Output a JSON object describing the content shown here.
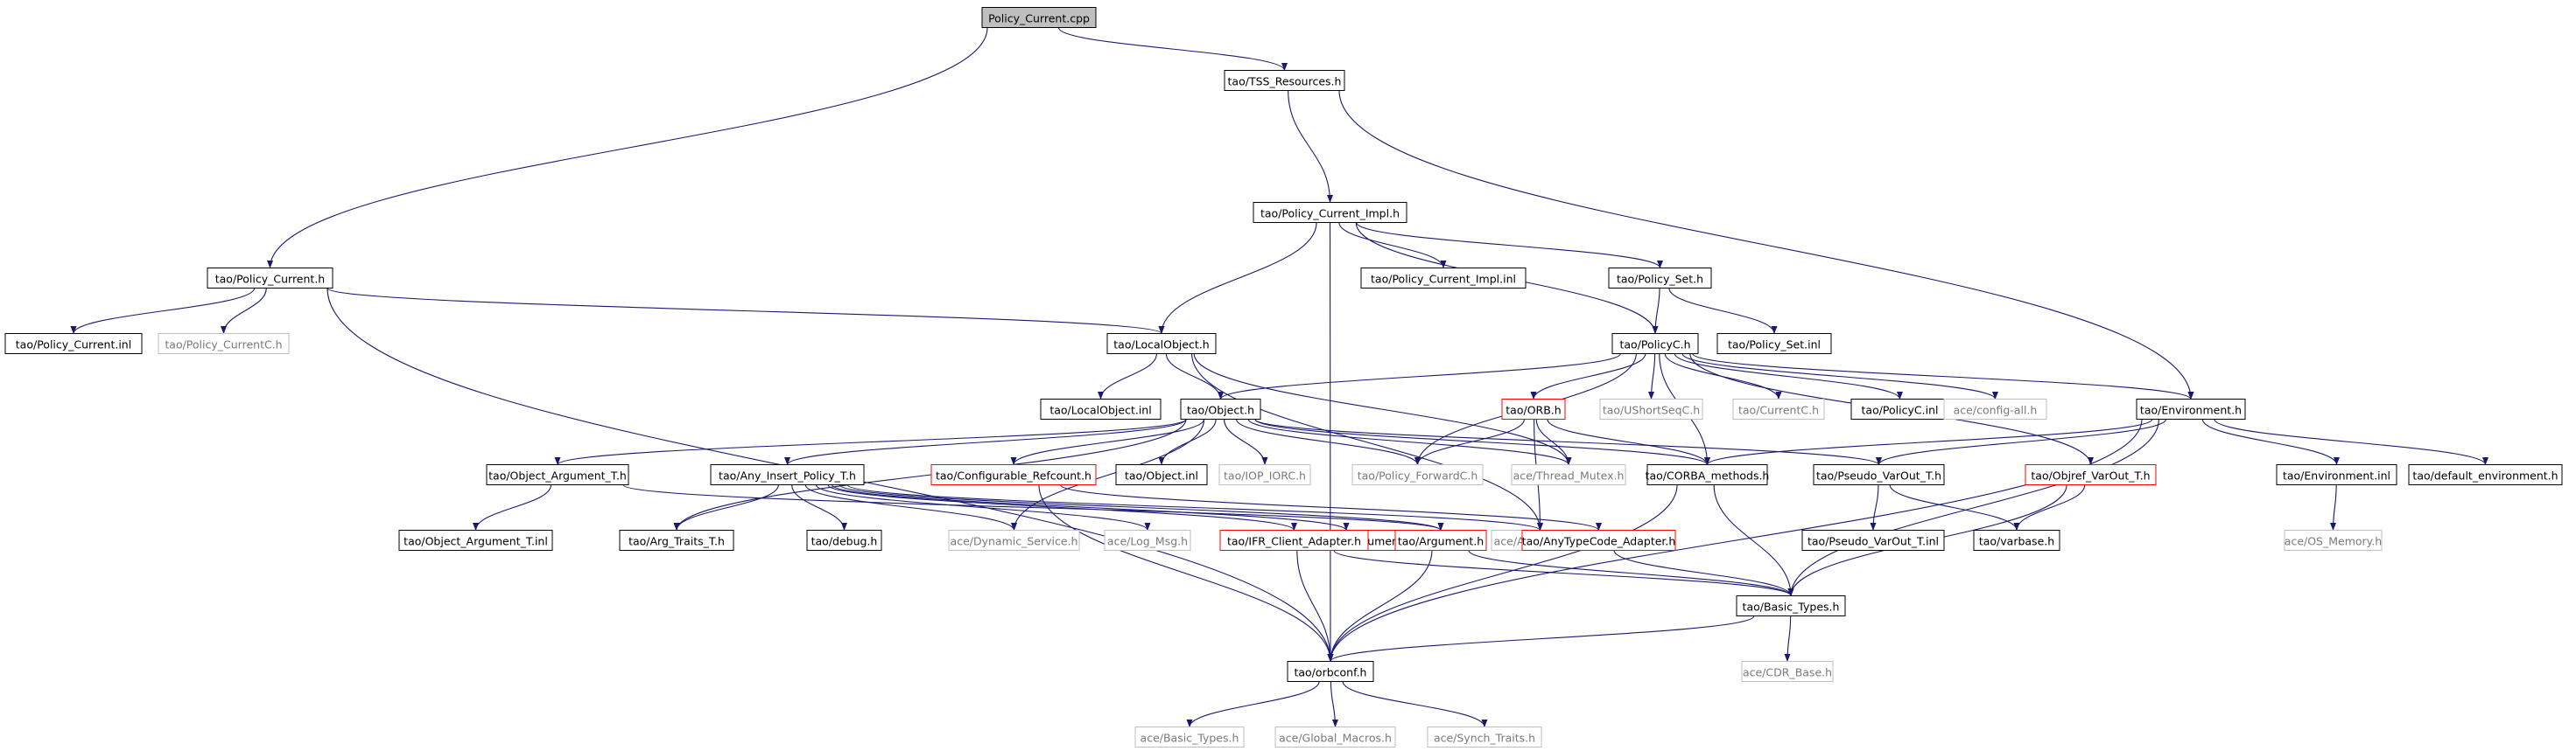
{
  "colors": {
    "edge": "#191970",
    "node_border": "#000000",
    "node_border_red": "#ff0000",
    "node_border_gray": "#bfbfbf",
    "root_fill": "#bfbfbf"
  },
  "nodes": [
    {
      "id": "root",
      "label": "Policy_Current.cpp",
      "style": "root"
    },
    {
      "id": "tss",
      "label": "tao/TSS_Resources.h",
      "style": "normal"
    },
    {
      "id": "pci",
      "label": "tao/Policy_Current_Impl.h",
      "style": "normal"
    },
    {
      "id": "pc",
      "label": "tao/Policy_Current.h",
      "style": "normal"
    },
    {
      "id": "pcinl",
      "label": "tao/Policy_Current.inl",
      "style": "normal"
    },
    {
      "id": "pcc",
      "label": "tao/Policy_CurrentC.h",
      "style": "gray"
    },
    {
      "id": "lo",
      "label": "tao/LocalObject.h",
      "style": "normal"
    },
    {
      "id": "pciinl",
      "label": "tao/Policy_Current_Impl.inl",
      "style": "normal"
    },
    {
      "id": "ps",
      "label": "tao/Policy_Set.h",
      "style": "normal"
    },
    {
      "id": "psinl",
      "label": "tao/Policy_Set.inl",
      "style": "normal"
    },
    {
      "id": "polc",
      "label": "tao/PolicyC.h",
      "style": "normal"
    },
    {
      "id": "loinl",
      "label": "tao/LocalObject.inl",
      "style": "normal"
    },
    {
      "id": "obj",
      "label": "tao/Object.h",
      "style": "normal"
    },
    {
      "id": "orb",
      "label": "tao/ORB.h",
      "style": "red"
    },
    {
      "id": "usq",
      "label": "tao/UShortSeqC.h",
      "style": "gray"
    },
    {
      "id": "curc",
      "label": "tao/CurrentC.h",
      "style": "gray"
    },
    {
      "id": "polcinl",
      "label": "tao/PolicyC.inl",
      "style": "normal"
    },
    {
      "id": "cfgall",
      "label": "ace/config-all.h",
      "style": "gray"
    },
    {
      "id": "env",
      "label": "tao/Environment.h",
      "style": "normal"
    },
    {
      "id": "oat",
      "label": "tao/Object_Argument_T.h",
      "style": "normal"
    },
    {
      "id": "aipt",
      "label": "tao/Any_Insert_Policy_T.h",
      "style": "normal"
    },
    {
      "id": "cref",
      "label": "tao/Configurable_Refcount.h",
      "style": "red"
    },
    {
      "id": "objinl",
      "label": "tao/Object.inl",
      "style": "normal"
    },
    {
      "id": "iop",
      "label": "tao/IOP_IORC.h",
      "style": "gray"
    },
    {
      "id": "pfc",
      "label": "tao/Policy_ForwardC.h",
      "style": "gray"
    },
    {
      "id": "tmx",
      "label": "ace/Thread_Mutex.h",
      "style": "gray"
    },
    {
      "id": "corba",
      "label": "tao/CORBA_methods.h",
      "style": "normal"
    },
    {
      "id": "pvt",
      "label": "tao/Pseudo_VarOut_T.h",
      "style": "normal"
    },
    {
      "id": "ovt",
      "label": "tao/Objref_VarOut_T.h",
      "style": "red"
    },
    {
      "id": "envinl",
      "label": "tao/Environment.inl",
      "style": "normal"
    },
    {
      "id": "denv",
      "label": "tao/default_environment.h",
      "style": "normal"
    },
    {
      "id": "oatinl",
      "label": "tao/Object_Argument_T.inl",
      "style": "normal"
    },
    {
      "id": "att",
      "label": "tao/Arg_Traits_T.h",
      "style": "normal"
    },
    {
      "id": "dbg",
      "label": "tao/debug.h",
      "style": "normal"
    },
    {
      "id": "dyn",
      "label": "ace/Dynamic_Service.h",
      "style": "gray"
    },
    {
      "id": "log",
      "label": "ace/Log_Msg.h",
      "style": "gray"
    },
    {
      "id": "ubs",
      "label": "tao/UB_String_Argument_T.h",
      "style": "red"
    },
    {
      "id": "atom",
      "label": "ace/Atomic_Op.h",
      "style": "gray"
    },
    {
      "id": "pvtinl",
      "label": "tao/Pseudo_VarOut_T.inl",
      "style": "normal"
    },
    {
      "id": "varb",
      "label": "tao/varbase.h",
      "style": "normal"
    },
    {
      "id": "osm",
      "label": "ace/OS_Memory.h",
      "style": "gray"
    },
    {
      "id": "ifr",
      "label": "tao/IFR_Client_Adapter.h",
      "style": "red"
    },
    {
      "id": "arg",
      "label": "tao/Argument.h",
      "style": "red"
    },
    {
      "id": "atca",
      "label": "tao/AnyTypeCode_Adapter.h",
      "style": "red"
    },
    {
      "id": "bt",
      "label": "tao/Basic_Types.h",
      "style": "normal"
    },
    {
      "id": "orbconf",
      "label": "tao/orbconf.h",
      "style": "normal"
    },
    {
      "id": "cdr",
      "label": "ace/CDR_Base.h",
      "style": "gray"
    },
    {
      "id": "abt",
      "label": "ace/Basic_Types.h",
      "style": "gray"
    },
    {
      "id": "agm",
      "label": "ace/Global_Macros.h",
      "style": "gray"
    },
    {
      "id": "ast",
      "label": "ace/Synch_Traits.h",
      "style": "gray"
    }
  ],
  "edges": [
    [
      "root",
      "tss"
    ],
    [
      "root",
      "pc"
    ],
    [
      "tss",
      "pci"
    ],
    [
      "tss",
      "env"
    ],
    [
      "pci",
      "lo"
    ],
    [
      "pci",
      "pciinl"
    ],
    [
      "pci",
      "ps"
    ],
    [
      "pci",
      "polc"
    ],
    [
      "pci",
      "orbconf"
    ],
    [
      "pc",
      "pcinl"
    ],
    [
      "pc",
      "pcc"
    ],
    [
      "pc",
      "lo"
    ],
    [
      "pc",
      "orbconf"
    ],
    [
      "lo",
      "loinl"
    ],
    [
      "lo",
      "obj"
    ],
    [
      "lo",
      "tmx"
    ],
    [
      "lo",
      "atom"
    ],
    [
      "ps",
      "polc"
    ],
    [
      "ps",
      "psinl"
    ],
    [
      "polc",
      "obj"
    ],
    [
      "polc",
      "orb"
    ],
    [
      "polc",
      "usq"
    ],
    [
      "polc",
      "curc"
    ],
    [
      "polc",
      "polcinl"
    ],
    [
      "polc",
      "cfgall"
    ],
    [
      "polc",
      "env"
    ],
    [
      "polc",
      "ovt"
    ],
    [
      "polc",
      "pfc"
    ],
    [
      "polc",
      "corba"
    ],
    [
      "obj",
      "oat"
    ],
    [
      "obj",
      "aipt"
    ],
    [
      "obj",
      "cref"
    ],
    [
      "obj",
      "objinl"
    ],
    [
      "obj",
      "iop"
    ],
    [
      "obj",
      "pfc"
    ],
    [
      "obj",
      "tmx"
    ],
    [
      "obj",
      "corba"
    ],
    [
      "obj",
      "pvt"
    ],
    [
      "obj",
      "att"
    ],
    [
      "obj",
      "dyn"
    ],
    [
      "orb",
      "pfc"
    ],
    [
      "orb",
      "tmx"
    ],
    [
      "orb",
      "corba"
    ],
    [
      "orb",
      "atom"
    ],
    [
      "env",
      "corba"
    ],
    [
      "env",
      "pvt"
    ],
    [
      "env",
      "envinl"
    ],
    [
      "env",
      "denv"
    ],
    [
      "env",
      "orbconf"
    ],
    [
      "env",
      "bt"
    ],
    [
      "oat",
      "oatinl"
    ],
    [
      "oat",
      "arg"
    ],
    [
      "aipt",
      "att"
    ],
    [
      "aipt",
      "dbg"
    ],
    [
      "aipt",
      "dyn"
    ],
    [
      "aipt",
      "log"
    ],
    [
      "aipt",
      "ubs"
    ],
    [
      "aipt",
      "atom"
    ],
    [
      "aipt",
      "ifr"
    ],
    [
      "aipt",
      "arg"
    ],
    [
      "cref",
      "atca"
    ],
    [
      "cref",
      "orbconf"
    ],
    [
      "corba",
      "bt"
    ],
    [
      "corba",
      "orbconf"
    ],
    [
      "pvt",
      "pvtinl"
    ],
    [
      "pvt",
      "varb"
    ],
    [
      "ovt",
      "varb"
    ],
    [
      "ovt",
      "bt"
    ],
    [
      "envinl",
      "osm"
    ],
    [
      "ubs",
      "arg"
    ],
    [
      "ifr",
      "bt"
    ],
    [
      "ifr",
      "orbconf"
    ],
    [
      "arg",
      "bt"
    ],
    [
      "arg",
      "orbconf"
    ],
    [
      "atca",
      "bt"
    ],
    [
      "bt",
      "orbconf"
    ],
    [
      "bt",
      "cdr"
    ],
    [
      "orbconf",
      "abt"
    ],
    [
      "orbconf",
      "agm"
    ],
    [
      "orbconf",
      "ast"
    ]
  ]
}
